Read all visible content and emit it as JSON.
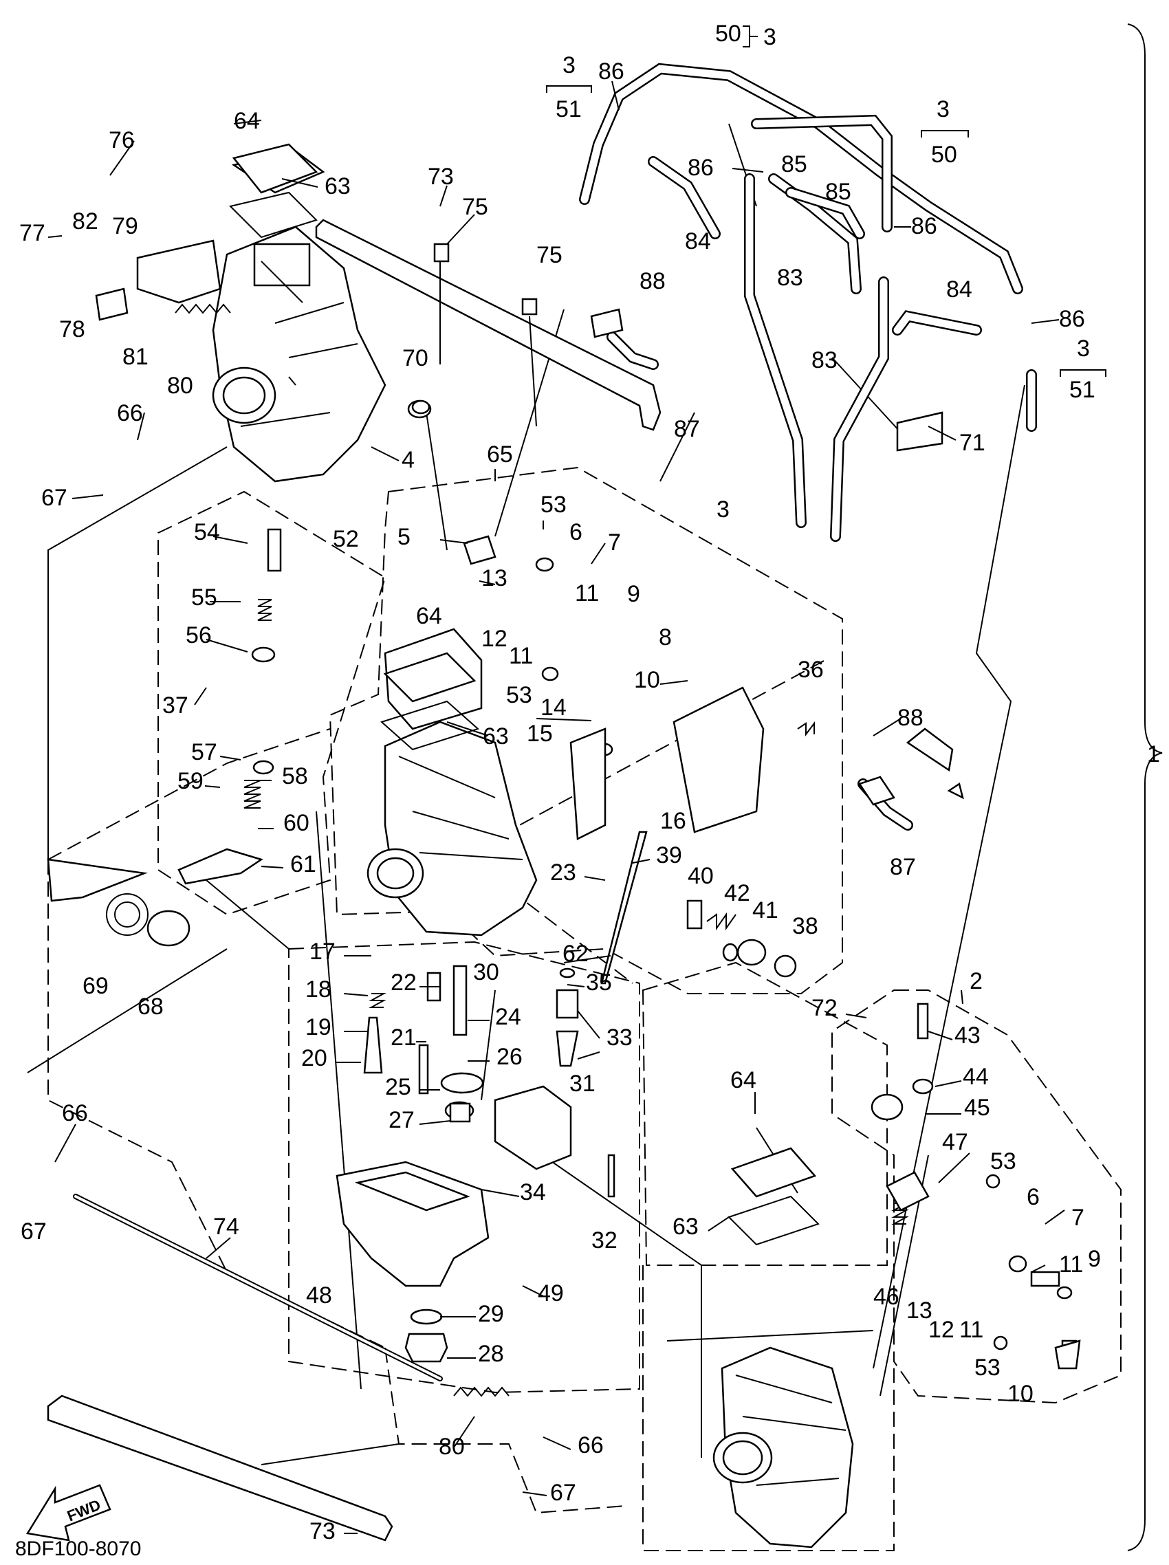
{
  "figure_code": "8DF100-8070",
  "fwd_arrow_text": "FWD",
  "assembly_number": "1",
  "callouts": {
    "c50_top": "50",
    "c50_top_ref": "3",
    "c3_51_left_top": "3",
    "c3_51_left_bot": "51",
    "c3_50_right_top": "3",
    "c3_50_right_bot": "50",
    "c3_51_right_top": "3",
    "c3_51_right_bot": "51",
    "n64a": "64",
    "n76": "76",
    "n63a": "63",
    "n73a": "73",
    "n75a": "75",
    "n75b": "75",
    "n77": "77",
    "n82": "82",
    "n79": "79",
    "n78": "78",
    "n81": "81",
    "n80a": "80",
    "n70": "70",
    "n66a": "66",
    "n67a": "67",
    "n4": "4",
    "n86a": "86",
    "n86b": "86",
    "n86c": "86",
    "n86d": "86",
    "n84a": "84",
    "n84b": "84",
    "n85a": "85",
    "n85b": "85",
    "n83a": "83",
    "n83b": "83",
    "n88a": "88",
    "n87a": "87",
    "n71": "71",
    "n65": "65",
    "n3": "3",
    "n5": "5",
    "n53a": "53",
    "n6a": "6",
    "n7a": "7",
    "n13a": "13",
    "n12a": "12",
    "n11a": "11",
    "n11b": "11",
    "n9a": "9",
    "n8": "8",
    "n53b": "53",
    "n10a": "10",
    "n14": "14",
    "n15": "15",
    "n16": "16",
    "n36": "36",
    "n88b": "88",
    "n87b": "87",
    "n54": "54",
    "n52": "52",
    "n55": "55",
    "n56": "56",
    "n64b": "64",
    "n37": "37",
    "n63b": "63",
    "n57": "57",
    "n58": "58",
    "n59": "59",
    "n60": "60",
    "n61": "61",
    "n69": "69",
    "n68": "68",
    "n23": "23",
    "n39": "39",
    "n40": "40",
    "n42": "42",
    "n41": "41",
    "n38": "38",
    "n17": "17",
    "n18": "18",
    "n22": "22",
    "n30": "30",
    "n62": "62",
    "n35": "35",
    "n19": "19",
    "n24": "24",
    "n21": "21",
    "n20": "20",
    "n26": "26",
    "n33": "33",
    "n25": "25",
    "n31": "31",
    "n27": "27",
    "n34": "34",
    "n32": "32",
    "n48": "48",
    "n49": "49",
    "n29": "29",
    "n28": "28",
    "n66b": "66",
    "n67b": "67",
    "n74": "74",
    "n80b": "80",
    "n66c": "66",
    "n67c": "67",
    "n73b": "73",
    "n2": "2",
    "n72": "72",
    "n43": "43",
    "n44": "44",
    "n45": "45",
    "n64c": "64",
    "n47": "47",
    "n53c": "53",
    "n6b": "6",
    "n7b": "7",
    "n63c": "63",
    "n46": "46",
    "n13b": "13",
    "n12b": "12",
    "n11c": "11",
    "n11d": "11",
    "n9b": "9",
    "n53d": "53",
    "n10b": "10"
  }
}
